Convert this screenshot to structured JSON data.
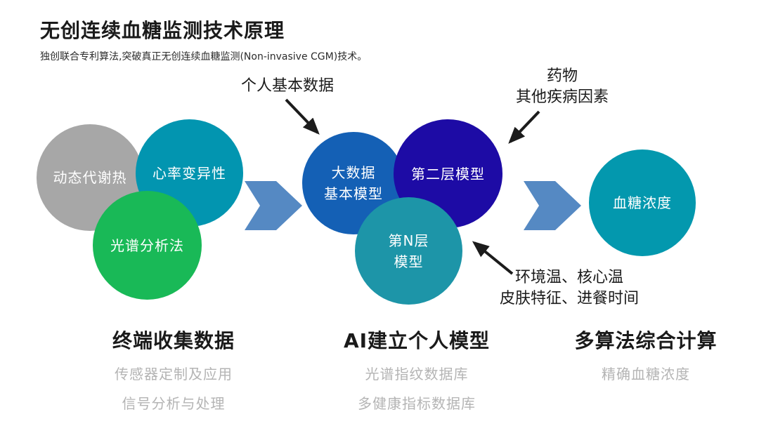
{
  "header": {
    "title": "无创连续血糖监测技术原理",
    "subtitle": "独创联合专利算法,突破真正无创连续血糖监测(Non-invasive CGM)技术。"
  },
  "colors": {
    "flow_chevron": "#5589c3",
    "annotation_arrow": "#1c1c1c"
  },
  "circles": {
    "metabolic_heat": {
      "label": "动态代谢热",
      "color": "#a7a7a7"
    },
    "heart_rate_variability": {
      "label": "心率变异性",
      "color": "#0295b0"
    },
    "spectral_analysis": {
      "label": "光谱分析法",
      "color": "#19b957"
    },
    "big_data_base_model": {
      "lines": [
        "大数据",
        "基本模型"
      ],
      "color": "#1460b5"
    },
    "second_layer_model": {
      "label": "第二层模型",
      "color": "#1d0ba5"
    },
    "nth_layer_model": {
      "lines": [
        "第N层",
        "模型"
      ],
      "color": "#1d95a8"
    },
    "glucose_concentration": {
      "label": "血糖浓度",
      "color": "#0398ae"
    }
  },
  "annotations": {
    "personal_basic_data": {
      "lines": [
        "个人基本数据"
      ]
    },
    "drugs_other_diseases": {
      "lines": [
        "药物",
        "其他疾病因素"
      ]
    },
    "environment_factors": {
      "lines": [
        "环境温、核心温",
        "皮肤特征、进餐时间"
      ]
    }
  },
  "sections": [
    {
      "heading": "终端收集数据",
      "subs": [
        "传感器定制及应用",
        "信号分析与处理"
      ]
    },
    {
      "heading": "AI建立个人模型",
      "subs": [
        "光谱指纹数据库",
        "多健康指标数据库"
      ]
    },
    {
      "heading": "多算法综合计算",
      "subs": [
        "精确血糖浓度"
      ]
    }
  ]
}
